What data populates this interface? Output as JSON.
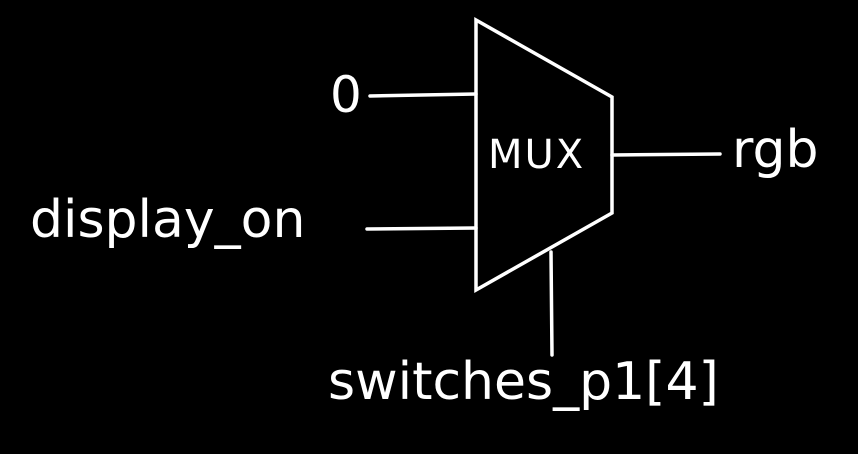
{
  "diagram": {
    "block_label": "MUX",
    "inputs": [
      "0",
      "display_on"
    ],
    "select": "switches_p1[4]",
    "output": "rgb",
    "stroke_color": "#ffffff",
    "background": "#000000"
  }
}
